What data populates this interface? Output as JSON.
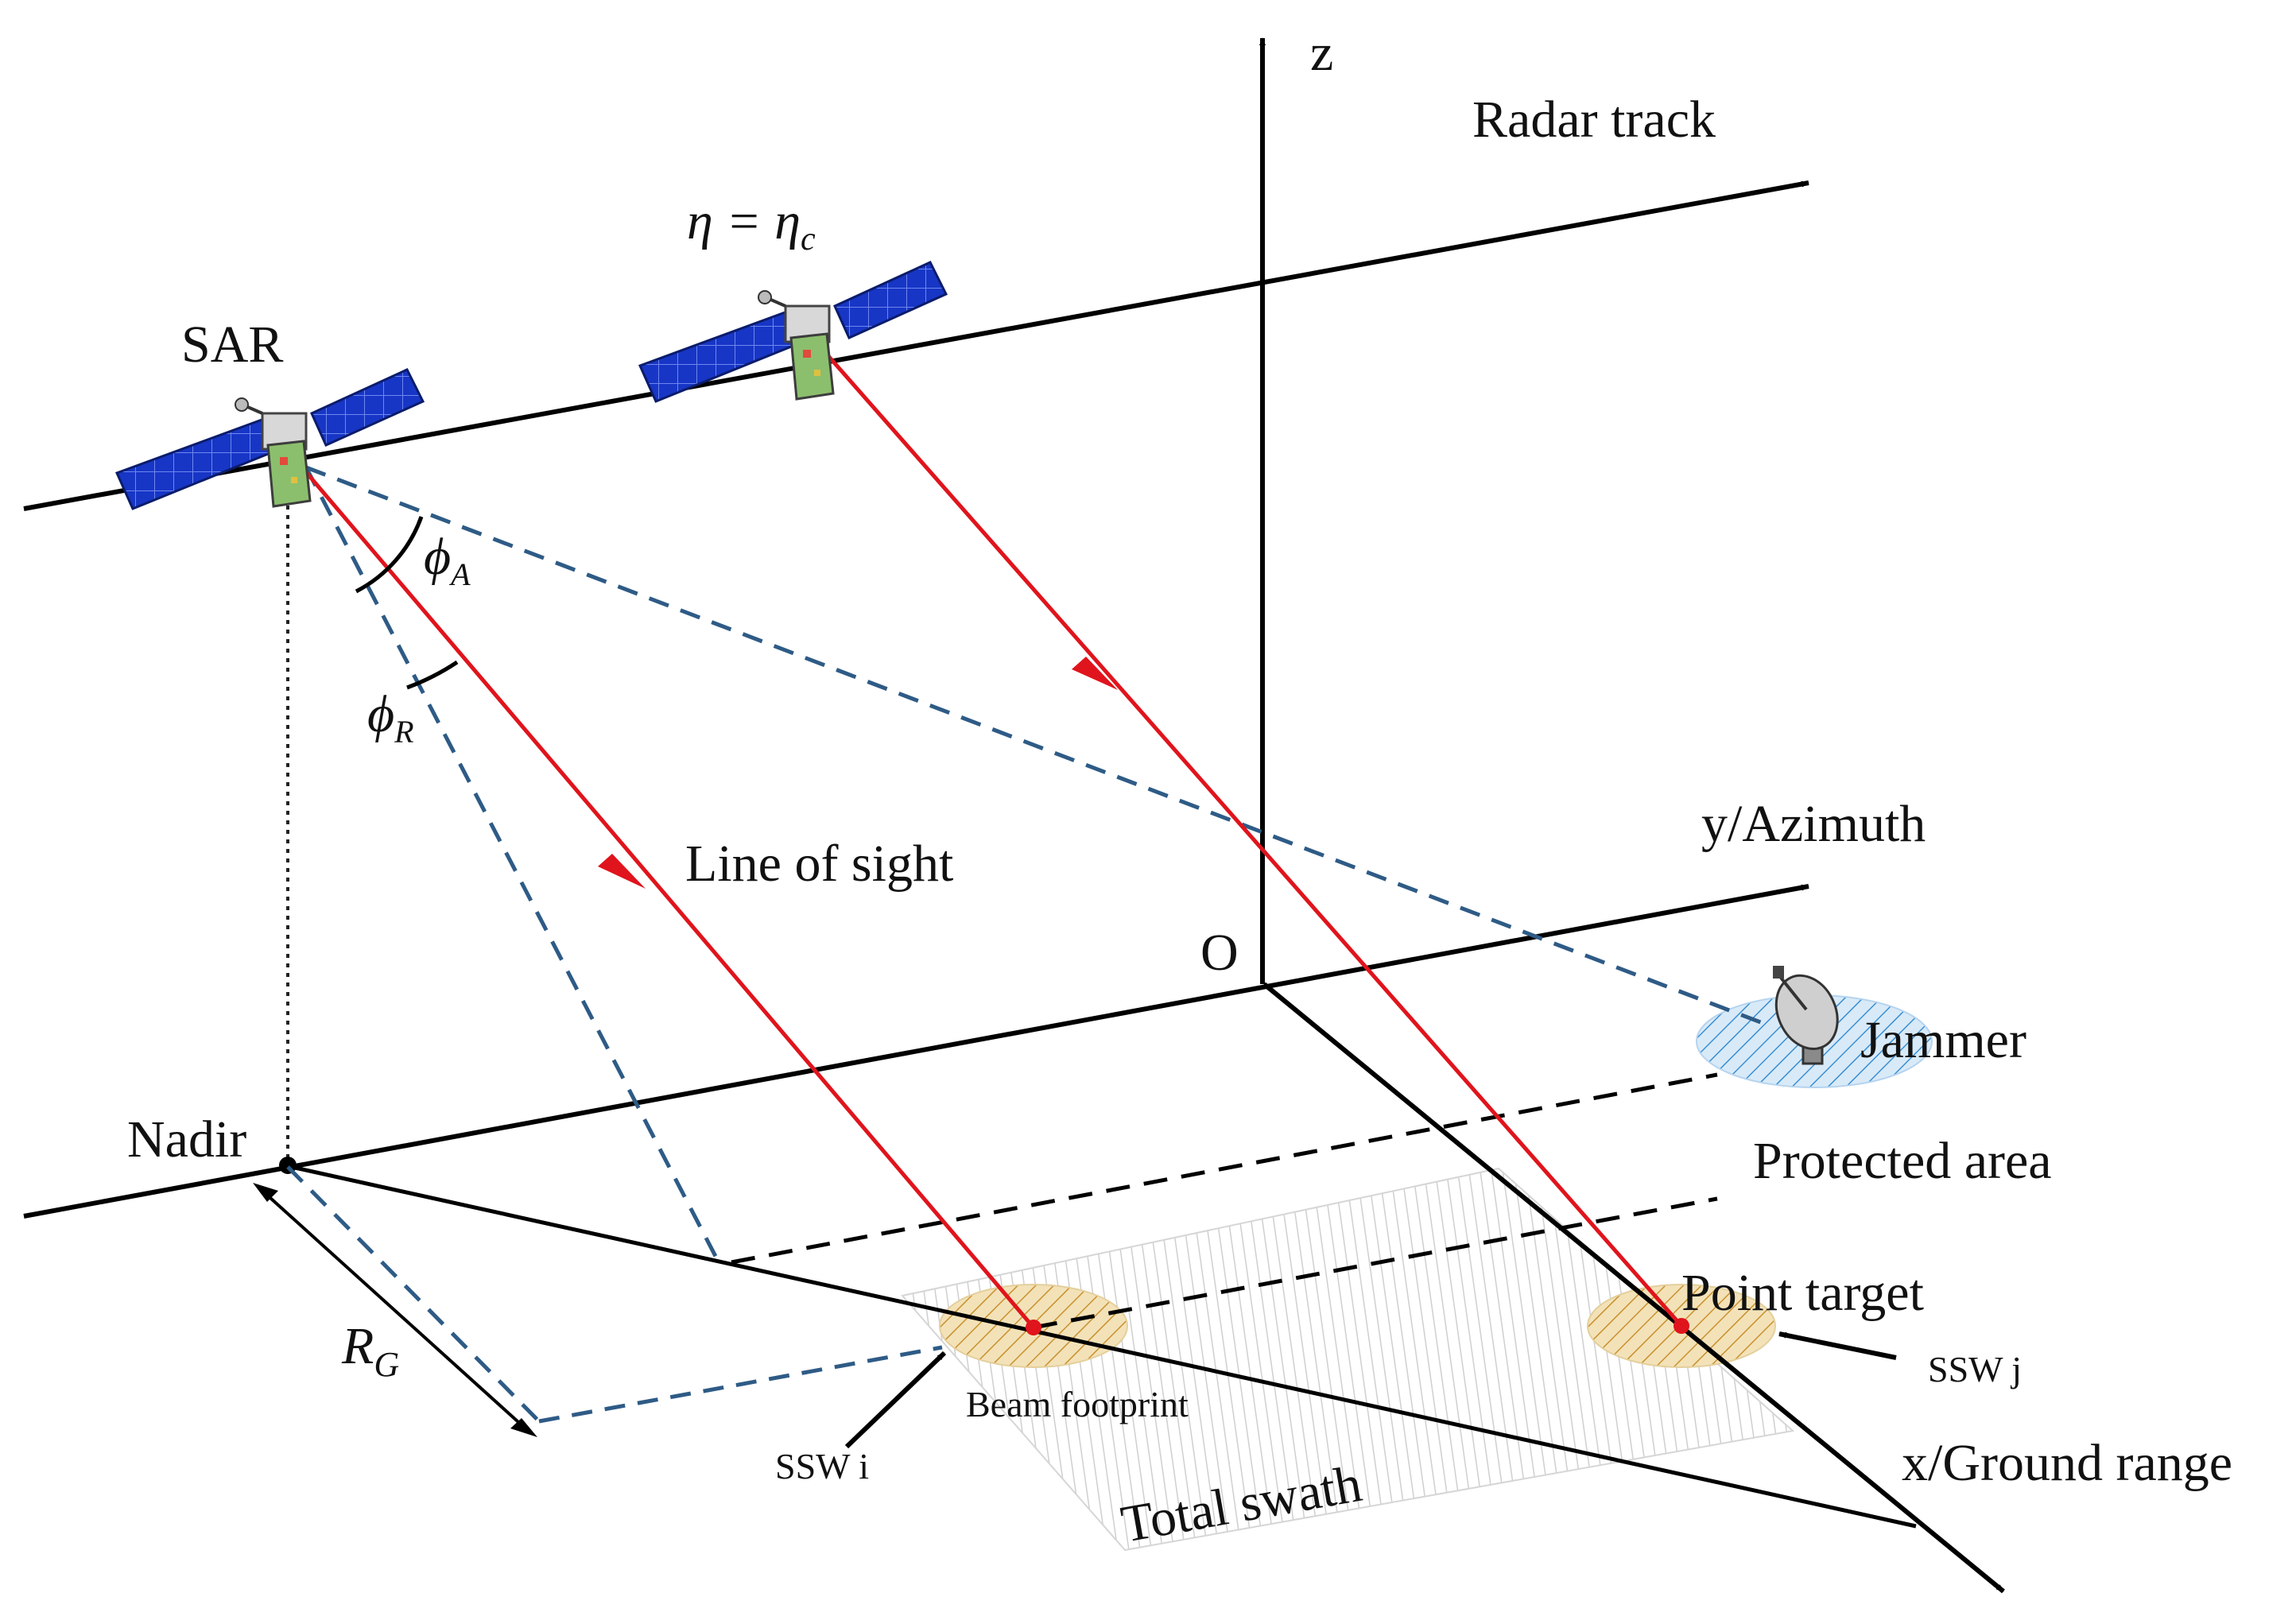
{
  "colors": {
    "axis": "#000000",
    "line_of_sight": "#e0141c",
    "beam_edge": "#2e5b86",
    "ground_dash": "#000000",
    "footprint_fill": "#f3e2b8",
    "footprint_hatch": "#c9902e",
    "protected_fill": "#d8eaf8",
    "protected_hatch": "#3a8fd1",
    "swath_hatch": "#cfcfcf",
    "panel_blue": "#1736c6"
  },
  "labels": {
    "z_axis": "z",
    "radar_track": "Radar track",
    "eta_eq": "η = η",
    "eta_sub": "c",
    "sar": "SAR",
    "phi": "ϕ",
    "phi_a_sub": "A",
    "phi_r_sub": "R",
    "line_of_sight": "Line of sight",
    "y_azimuth": "y/Azimuth",
    "origin": "O",
    "jammer": "Jammer",
    "protected_area": "Protected area",
    "nadir": "Nadir",
    "r": "R",
    "r_g_sub": "G",
    "point_target": "Point target",
    "ssw_j": "SSW j",
    "beam_footprint": "Beam footprint",
    "ssw_i": "SSW i",
    "x_ground_range": "x/Ground range",
    "total_swath": "Total swath"
  },
  "icons": [
    "satellite-icon",
    "satellite-icon",
    "radar-dish-icon"
  ]
}
